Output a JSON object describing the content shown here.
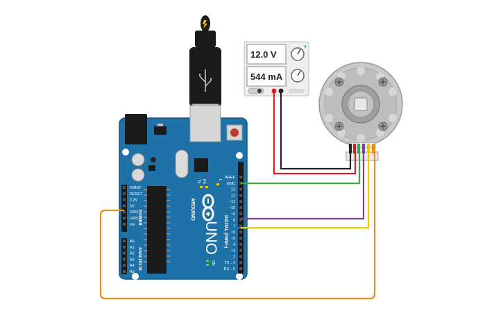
{
  "power_supply": {
    "voltage": "12.0 V",
    "current": "544 mA"
  },
  "arduino": {
    "brand": "ARDUINO",
    "model": "UNO",
    "on_label": "ON",
    "tx_label": "TX",
    "rx_label": "RX",
    "l_label": "L",
    "power_section": "POWER",
    "analog_section": "ANALOG IN",
    "digital_section": "DIGITAL (PWM~)",
    "power_pins": [
      "IOREF",
      "RESET",
      "3.3V",
      "5V",
      "GND",
      "GND",
      "Vin"
    ],
    "analog_pins": [
      "A0",
      "A1",
      "A2",
      "A3",
      "A4",
      "A5"
    ],
    "digital_pins": [
      "AREF",
      "GND",
      "13",
      "12",
      "~11",
      "~10",
      "~9",
      "8",
      "7",
      "~6",
      "~5",
      "4",
      "~3",
      "2",
      "TX→1",
      "RX←0"
    ]
  },
  "wire_colors": {
    "red": "#e11b22",
    "black": "#222222",
    "green": "#3daa3a",
    "purple": "#7b3fa0",
    "yellow": "#f3c600",
    "orange": "#e3901e"
  }
}
